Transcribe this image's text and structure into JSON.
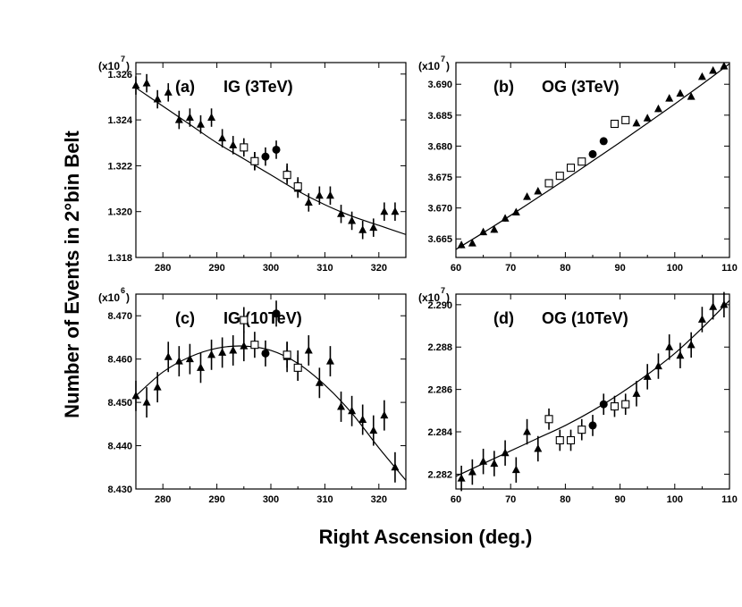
{
  "figure": {
    "ylabel": "Number of Events in 2°bin Belt",
    "xlabel": "Right  Ascension (deg.)"
  },
  "chart_data": [
    {
      "id": "a",
      "type": "scatter",
      "label_letter": "(a)",
      "label_name": "IG (3TeV)",
      "scale": "(x10",
      "scale_exp": "7",
      "xlim": [
        275,
        325
      ],
      "ylim": [
        1.318,
        1.3265
      ],
      "xticks": [
        280,
        290,
        300,
        310,
        320
      ],
      "xtick_labels": [
        "280",
        "290",
        "300",
        "310",
        "320"
      ],
      "yticks": [
        1.318,
        1.32,
        1.322,
        1.324,
        1.326
      ],
      "ytick_labels": [
        "1.318",
        "1.320",
        "1.322",
        "1.324",
        "1.326"
      ],
      "series": [
        {
          "marker": "triangle",
          "x": [
            275,
            277,
            279,
            281,
            283,
            285,
            287,
            289,
            291,
            293,
            297,
            303,
            305,
            307,
            309,
            311,
            313,
            315,
            317,
            319,
            321,
            323
          ],
          "y": [
            1.3255,
            1.3256,
            1.3249,
            1.3252,
            1.324,
            1.3241,
            1.3238,
            1.3241,
            1.3232,
            1.3229,
            1.3222,
            1.3217,
            1.321,
            1.3204,
            1.3207,
            1.3207,
            1.3199,
            1.3196,
            1.3192,
            1.3193,
            1.32,
            1.32
          ],
          "err": [
            0.0004,
            0.0004,
            0.0004,
            0.0004,
            0.0004,
            0.0004,
            0.0004,
            0.0004,
            0.0004,
            0.0004,
            0.0004,
            0.0004,
            0.0004,
            0.0004,
            0.0004,
            0.0004,
            0.0004,
            0.0004,
            0.0004,
            0.0004,
            0.0004,
            0.0004
          ]
        },
        {
          "marker": "square",
          "x": [
            295,
            297,
            303,
            305
          ],
          "y": [
            1.3228,
            1.3222,
            1.3216,
            1.3211
          ],
          "err": [
            0.0004,
            0.0004,
            0.0004,
            0.0004
          ]
        },
        {
          "marker": "circle",
          "x": [
            299,
            301
          ],
          "y": [
            1.3224,
            1.3227
          ],
          "err": [
            0.0004,
            0.0004
          ]
        }
      ],
      "fit": {
        "x": [
          275,
          280,
          285,
          290,
          295,
          300,
          305,
          310,
          315,
          320,
          325
        ],
        "y": [
          1.3254,
          1.3246,
          1.3238,
          1.323,
          1.3223,
          1.3216,
          1.3209,
          1.3203,
          1.3198,
          1.3194,
          1.319
        ]
      }
    },
    {
      "id": "b",
      "type": "scatter",
      "label_letter": "(b)",
      "label_name": "OG (3TeV)",
      "scale": "(x10",
      "scale_exp": "7",
      "xlim": [
        60,
        110
      ],
      "ylim": [
        3.662,
        3.6935
      ],
      "xticks": [
        60,
        70,
        80,
        90,
        100,
        110
      ],
      "xtick_labels": [
        "60",
        "70",
        "80",
        "90",
        "100",
        "110"
      ],
      "yticks": [
        3.665,
        3.67,
        3.675,
        3.68,
        3.685,
        3.69
      ],
      "ytick_labels": [
        "3.665",
        "3.670",
        "3.675",
        "3.680",
        "3.685",
        "3.690"
      ],
      "series": [
        {
          "marker": "triangle",
          "x": [
            61,
            63,
            65,
            67,
            69,
            71,
            73,
            75,
            93,
            95,
            97,
            99,
            101,
            103,
            105,
            107,
            109
          ],
          "y": [
            3.664,
            3.6643,
            3.6661,
            3.6665,
            3.6683,
            3.6693,
            3.6718,
            3.6727,
            3.6837,
            3.6845,
            3.686,
            3.6877,
            3.6885,
            3.688,
            3.6912,
            3.6922,
            3.6929
          ],
          "err": [
            0.0005,
            0.0005,
            0.0005,
            0.0005,
            0.0005,
            0.0005,
            0.0005,
            0.0005,
            0.0005,
            0.0005,
            0.0005,
            0.0005,
            0.0005,
            0.0005,
            0.0005,
            0.0005,
            0.0005
          ]
        },
        {
          "marker": "square",
          "x": [
            77,
            79,
            81,
            83,
            89,
            91
          ],
          "y": [
            3.674,
            3.6752,
            3.6765,
            3.6775,
            3.6836,
            3.6842
          ],
          "err": [
            0.0004,
            0.0004,
            0.0004,
            0.0004,
            0.0004,
            0.0004
          ]
        },
        {
          "marker": "circle",
          "x": [
            85,
            87
          ],
          "y": [
            3.6787,
            3.6808
          ],
          "err": [
            0.0004,
            0.0004
          ]
        }
      ],
      "fit": {
        "x": [
          60,
          65,
          70,
          75,
          80,
          85,
          90,
          95,
          100,
          105,
          110
        ],
        "y": [
          3.6633,
          3.666,
          3.6688,
          3.6717,
          3.6746,
          3.6776,
          3.6806,
          3.6837,
          3.6868,
          3.69,
          3.6933
        ]
      }
    },
    {
      "id": "c",
      "type": "scatter",
      "label_letter": "(c)",
      "label_name": "IG (10TeV)",
      "scale": "(x10",
      "scale_exp": "6",
      "xlim": [
        275,
        325
      ],
      "ylim": [
        8.43,
        8.475
      ],
      "xticks": [
        280,
        290,
        300,
        310,
        320
      ],
      "xtick_labels": [
        "280",
        "290",
        "300",
        "310",
        "320"
      ],
      "yticks": [
        8.43,
        8.44,
        8.45,
        8.46,
        8.47
      ],
      "ytick_labels": [
        "8.430",
        "8.440",
        "8.450",
        "8.460",
        "8.470"
      ],
      "series": [
        {
          "marker": "triangle",
          "x": [
            275,
            277,
            279,
            281,
            283,
            285,
            287,
            289,
            291,
            293,
            295,
            303,
            305,
            307,
            309,
            311,
            313,
            315,
            317,
            319,
            321,
            323
          ],
          "y": [
            8.4515,
            8.45,
            8.4535,
            8.4605,
            8.4595,
            8.46,
            8.458,
            8.461,
            8.4615,
            8.462,
            8.463,
            8.4605,
            8.4585,
            8.462,
            8.4545,
            8.4595,
            8.449,
            8.448,
            8.446,
            8.4435,
            8.447,
            8.435
          ],
          "err": [
            0.0035,
            0.0035,
            0.0035,
            0.0035,
            0.0035,
            0.0035,
            0.0035,
            0.0035,
            0.0035,
            0.0035,
            0.0035,
            0.0035,
            0.0035,
            0.0035,
            0.0035,
            0.0035,
            0.0035,
            0.0035,
            0.0035,
            0.0035,
            0.0035,
            0.0035
          ]
        },
        {
          "marker": "square",
          "x": [
            295,
            297,
            303,
            305
          ],
          "y": [
            8.469,
            8.4633,
            8.461,
            8.458
          ],
          "err": [
            0.003,
            0.003,
            0.003,
            0.003
          ]
        },
        {
          "marker": "circle",
          "x": [
            299,
            301
          ],
          "y": [
            8.4613,
            8.4705
          ],
          "err": [
            0.003,
            0.003
          ]
        }
      ],
      "fit": {
        "x": [
          275,
          280,
          285,
          290,
          295,
          300,
          305,
          310,
          315,
          320,
          325
        ],
        "y": [
          8.4515,
          8.457,
          8.4605,
          8.4625,
          8.463,
          8.462,
          8.459,
          8.454,
          8.4475,
          8.4395,
          8.432
        ]
      }
    },
    {
      "id": "d",
      "type": "scatter",
      "label_letter": "(d)",
      "label_name": "OG (10TeV)",
      "scale": "(x10",
      "scale_exp": "7",
      "xlim": [
        60,
        110
      ],
      "ylim": [
        2.2813,
        2.2905
      ],
      "xticks": [
        60,
        70,
        80,
        90,
        100,
        110
      ],
      "xtick_labels": [
        "60",
        "70",
        "80",
        "90",
        "100",
        "110"
      ],
      "yticks": [
        2.282,
        2.284,
        2.286,
        2.288,
        2.29
      ],
      "ytick_labels": [
        "2.282",
        "2.284",
        "2.286",
        "2.288",
        "2.290"
      ],
      "series": [
        {
          "marker": "triangle",
          "x": [
            61,
            63,
            65,
            67,
            69,
            71,
            73,
            75,
            93,
            95,
            97,
            99,
            101,
            103,
            105,
            107,
            109
          ],
          "y": [
            2.2818,
            2.2821,
            2.2826,
            2.2825,
            2.283,
            2.2822,
            2.284,
            2.2832,
            2.2858,
            2.2866,
            2.2871,
            2.288,
            2.2876,
            2.2881,
            2.2893,
            2.2899,
            2.29
          ],
          "err": [
            0.0006,
            0.0006,
            0.0006,
            0.0006,
            0.0006,
            0.0006,
            0.0006,
            0.0006,
            0.0006,
            0.0006,
            0.0006,
            0.0006,
            0.0006,
            0.0006,
            0.0006,
            0.0006,
            0.0006
          ]
        },
        {
          "marker": "square",
          "x": [
            77,
            79,
            81,
            83,
            89,
            91
          ],
          "y": [
            2.2846,
            2.2836,
            2.2836,
            2.2841,
            2.2852,
            2.2853
          ],
          "err": [
            0.0005,
            0.0005,
            0.0005,
            0.0005,
            0.0005,
            0.0005
          ]
        },
        {
          "marker": "circle",
          "x": [
            85,
            87
          ],
          "y": [
            2.2843,
            2.2853
          ],
          "err": [
            0.0005,
            0.0005
          ]
        }
      ],
      "fit": {
        "x": [
          60,
          65,
          70,
          75,
          80,
          85,
          90,
          95,
          100,
          105,
          110
        ],
        "y": [
          2.2819,
          2.2825,
          2.2831,
          2.2837,
          2.2843,
          2.285,
          2.2858,
          2.2867,
          2.2877,
          2.2889,
          2.2902
        ]
      }
    }
  ]
}
